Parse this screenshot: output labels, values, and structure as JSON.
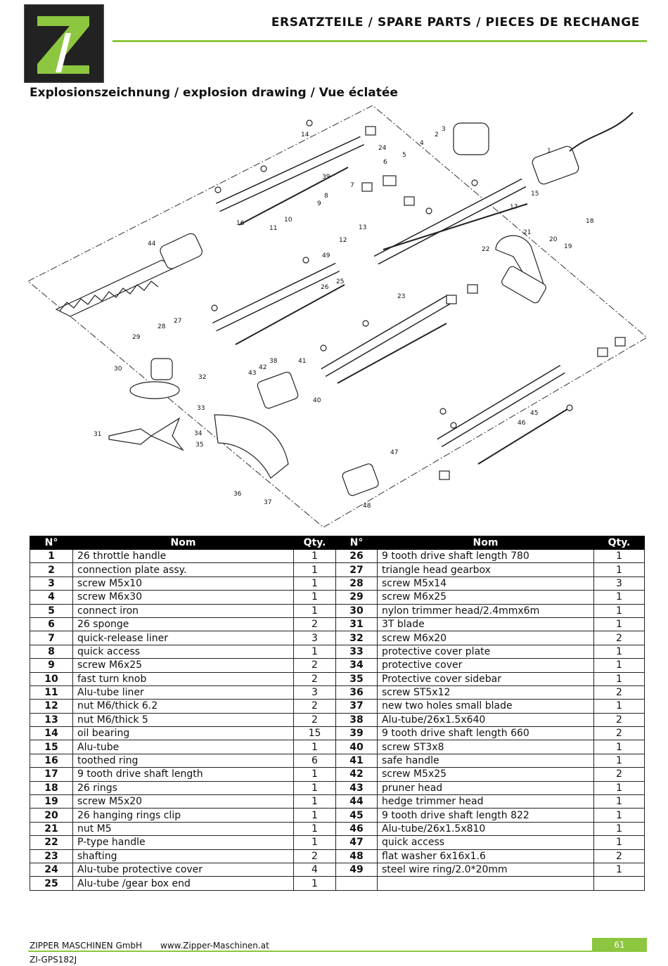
{
  "header": {
    "title": "ERSATZTEILE / SPARE PARTS / PIECES DE RECHANGE",
    "accent_color": "#8dc63f",
    "logo_icon": "zipper-z-logo"
  },
  "section_title": "Explosionszeichnung / explosion drawing / Vue éclatée",
  "drawing": {
    "callouts": [
      "1",
      "2",
      "3",
      "4",
      "5",
      "6",
      "7",
      "8",
      "9",
      "10",
      "11",
      "12",
      "13",
      "14",
      "15",
      "16",
      "17",
      "18",
      "19",
      "20",
      "21",
      "22",
      "23",
      "24",
      "25",
      "26",
      "27",
      "28",
      "29",
      "30",
      "31",
      "32",
      "33",
      "34",
      "35",
      "36",
      "37",
      "38",
      "39",
      "40",
      "41",
      "42",
      "43",
      "44",
      "45",
      "46",
      "47",
      "48",
      "49"
    ]
  },
  "table": {
    "headers": {
      "no": "N°",
      "name": "Nom",
      "qty": "Qty."
    },
    "left": [
      {
        "no": "1",
        "name": "26 throttle handle",
        "qty": "1"
      },
      {
        "no": "2",
        "name": "connection plate assy.",
        "qty": "1"
      },
      {
        "no": "3",
        "name": "screw M5x10",
        "qty": "1"
      },
      {
        "no": "4",
        "name": "screw M6x30",
        "qty": "1"
      },
      {
        "no": "5",
        "name": "connect iron",
        "qty": "1"
      },
      {
        "no": "6",
        "name": "26 sponge",
        "qty": "2"
      },
      {
        "no": "7",
        "name": "quick-release liner",
        "qty": "3"
      },
      {
        "no": "8",
        "name": "quick access",
        "qty": "1"
      },
      {
        "no": "9",
        "name": "screw M6x25",
        "qty": "2"
      },
      {
        "no": "10",
        "name": "fast turn knob",
        "qty": "2"
      },
      {
        "no": "11",
        "name": "Alu-tube liner",
        "qty": "3"
      },
      {
        "no": "12",
        "name": "nut M6/thick 6.2",
        "qty": "2"
      },
      {
        "no": "13",
        "name": "nut M6/thick 5",
        "qty": "2"
      },
      {
        "no": "14",
        "name": "oil bearing",
        "qty": "15"
      },
      {
        "no": "15",
        "name": "Alu-tube",
        "qty": "1"
      },
      {
        "no": "16",
        "name": "toothed ring",
        "qty": "6"
      },
      {
        "no": "17",
        "name": "9 tooth drive shaft length",
        "qty": "1"
      },
      {
        "no": "18",
        "name": "26 rings",
        "qty": "1"
      },
      {
        "no": "19",
        "name": "screw M5x20",
        "qty": "1"
      },
      {
        "no": "20",
        "name": "26 hanging rings clip",
        "qty": "1"
      },
      {
        "no": "21",
        "name": "nut M5",
        "qty": "1"
      },
      {
        "no": "22",
        "name": "P-type handle",
        "qty": "1"
      },
      {
        "no": "23",
        "name": "shafting",
        "qty": "2"
      },
      {
        "no": "24",
        "name": "Alu-tube protective cover",
        "qty": "4"
      },
      {
        "no": "25",
        "name": "Alu-tube /gear box end",
        "qty": "1"
      }
    ],
    "right": [
      {
        "no": "26",
        "name": "9 tooth drive shaft length 780",
        "qty": "1"
      },
      {
        "no": "27",
        "name": "triangle head gearbox",
        "qty": "1"
      },
      {
        "no": "28",
        "name": "screw M5x14",
        "qty": "3"
      },
      {
        "no": "29",
        "name": "screw M6x25",
        "qty": "1"
      },
      {
        "no": "30",
        "name": "nylon trimmer head/2.4mmx6m",
        "qty": "1"
      },
      {
        "no": "31",
        "name": "3T blade",
        "qty": "1"
      },
      {
        "no": "32",
        "name": "screw M6x20",
        "qty": "2"
      },
      {
        "no": "33",
        "name": "protective cover plate",
        "qty": "1"
      },
      {
        "no": "34",
        "name": "protective cover",
        "qty": "1"
      },
      {
        "no": "35",
        "name": "Protective cover sidebar",
        "qty": "1"
      },
      {
        "no": "36",
        "name": "screw ST5x12",
        "qty": "2"
      },
      {
        "no": "37",
        "name": "new two holes small blade",
        "qty": "1"
      },
      {
        "no": "38",
        "name": "Alu-tube/26x1.5x640",
        "qty": "2"
      },
      {
        "no": "39",
        "name": "9 tooth drive shaft length 660",
        "qty": "2"
      },
      {
        "no": "40",
        "name": "screw ST3x8",
        "qty": "1"
      },
      {
        "no": "41",
        "name": "safe handle",
        "qty": "1"
      },
      {
        "no": "42",
        "name": "screw M5x25",
        "qty": "2"
      },
      {
        "no": "43",
        "name": "pruner head",
        "qty": "1"
      },
      {
        "no": "44",
        "name": "hedge trimmer head",
        "qty": "1"
      },
      {
        "no": "45",
        "name": "9 tooth drive shaft length 822",
        "qty": "1"
      },
      {
        "no": "46",
        "name": "Alu-tube/26x1.5x810",
        "qty": "1"
      },
      {
        "no": "47",
        "name": "quick access",
        "qty": "1"
      },
      {
        "no": "48",
        "name": "flat washer 6x16x1.6",
        "qty": "2"
      },
      {
        "no": "49",
        "name": "steel wire ring/2.0*20mm",
        "qty": "1"
      },
      {
        "no": "",
        "name": "",
        "qty": ""
      }
    ]
  },
  "footer": {
    "company": "ZIPPER MASCHINEN GmbH",
    "website": "www.Zipper-Maschinen.at",
    "model": "ZI-GPS182J",
    "page": "61"
  }
}
